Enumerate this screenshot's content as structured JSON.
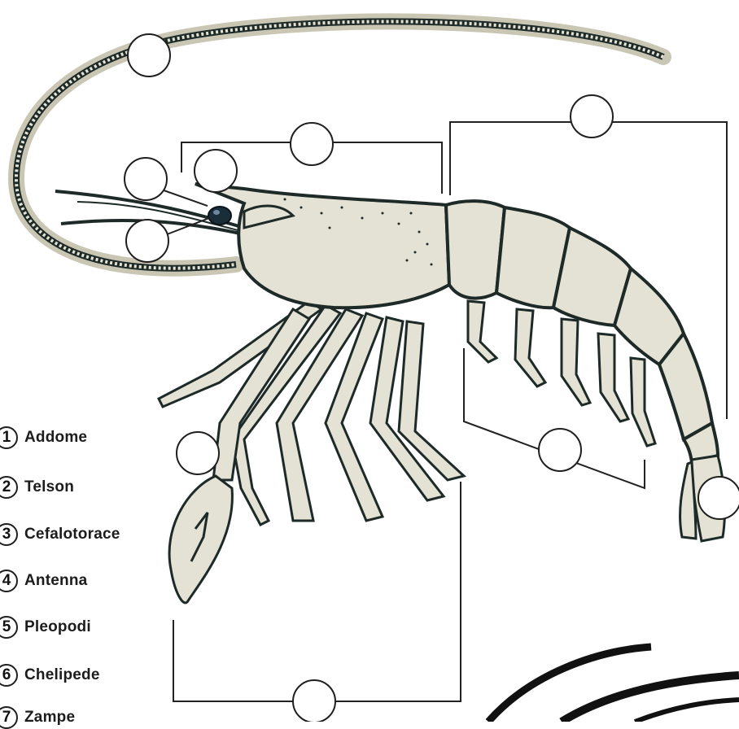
{
  "diagram": {
    "colors": {
      "body_fill": "#e4e2d4",
      "halo": "#c9c7b4",
      "outline": "#1d2a27",
      "eye": "#1a2e3a",
      "leader_line": "#222222"
    },
    "legend": [
      {
        "number": "1",
        "label": "Addome"
      },
      {
        "number": "2",
        "label": "Telson"
      },
      {
        "number": "3",
        "label": "Cefalotorace"
      },
      {
        "number": "4",
        "label": "Antenna"
      },
      {
        "number": "5",
        "label": "Pleopodi"
      },
      {
        "number": "6",
        "label": "Chelipede"
      },
      {
        "number": "7",
        "label": "Zampe"
      }
    ]
  }
}
